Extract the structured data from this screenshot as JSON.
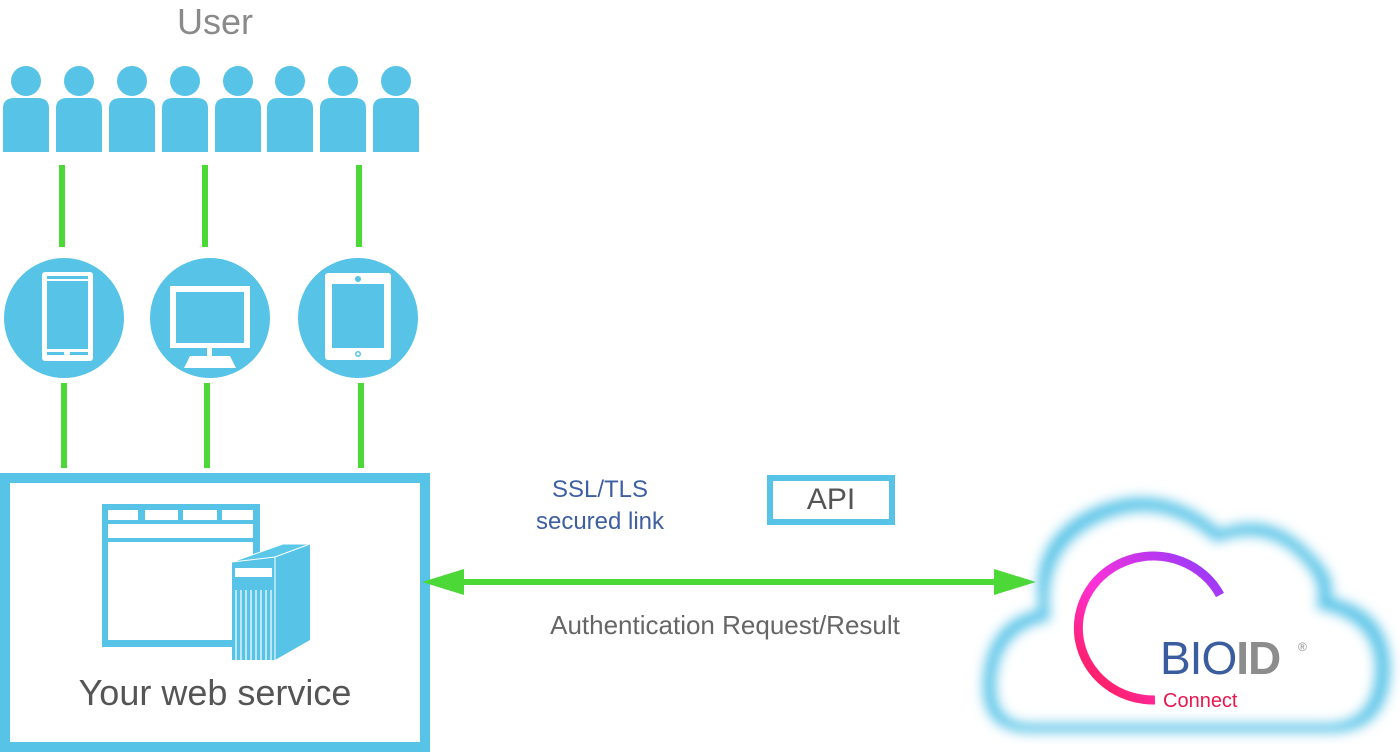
{
  "diagram": {
    "user_label": "User",
    "user_count": 8,
    "devices": [
      {
        "name": "smartphone",
        "icon": "smartphone-icon"
      },
      {
        "name": "desktop-monitor",
        "icon": "monitor-icon"
      },
      {
        "name": "tablet",
        "icon": "tablet-icon"
      }
    ],
    "web_service_label": "Your web service",
    "link_label_line1": "SSL/TLS",
    "link_label_line2": "secured link",
    "api_label": "API",
    "arrow_label": "Authentication Request/Result",
    "cloud": {
      "brand_part1": "BIO",
      "brand_part2": "ID",
      "registered_mark": "®",
      "sub_label": "Connect"
    },
    "colors": {
      "accent_blue": "#56c3e7",
      "connector_green": "#4cd837",
      "brand_blue": "#3a5da0",
      "brand_gray": "#8c8c8c",
      "brand_red": "#e8174e",
      "link_text_blue": "#3f5fa3"
    }
  }
}
